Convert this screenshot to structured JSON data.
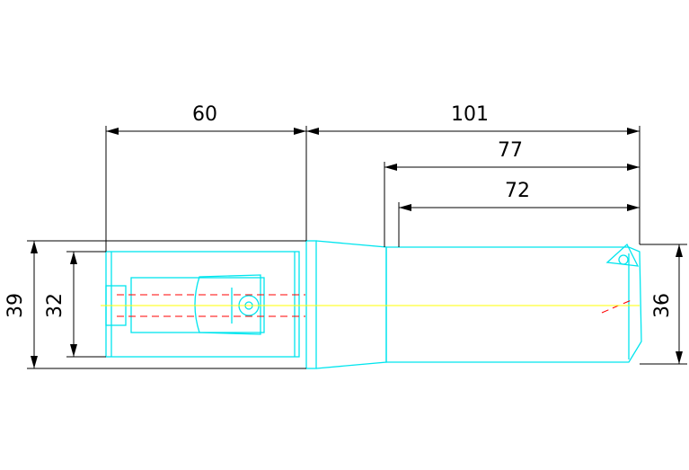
{
  "drawing": {
    "colors": {
      "background": "#ffffff",
      "outline": "#00e5ee",
      "hidden_lines": "#ff0000",
      "center_line": "#ffff00",
      "dimension": "#000000"
    },
    "dimensions": {
      "shank_length": "60",
      "total_length": "101",
      "length_77": "77",
      "length_72": "72",
      "height_39": "39",
      "height_32": "32",
      "height_36": "36"
    }
  }
}
